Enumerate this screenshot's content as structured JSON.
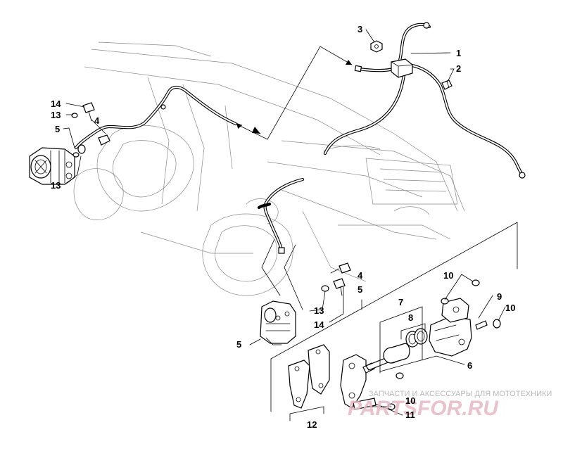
{
  "callouts": {
    "c1": "1",
    "c2": "2",
    "c3": "3",
    "c4a": "4",
    "c4b": "4",
    "c5a": "5",
    "c5b": "5",
    "c5c": "5",
    "c6": "6",
    "c7": "7",
    "c8": "8",
    "c9": "9",
    "c10a": "10",
    "c10b": "10",
    "c10c": "10",
    "c11": "11",
    "c12": "12",
    "c13a": "13",
    "c13b": "13",
    "c13c": "13",
    "c14a": "14",
    "c14b": "14"
  },
  "watermark": {
    "tagline": "ЗАПЧАСТИ И АКСЕССУАРЫ ДЛЯ МОТОТЕХНИКИ",
    "logo": "PARTSFOR.RU"
  }
}
